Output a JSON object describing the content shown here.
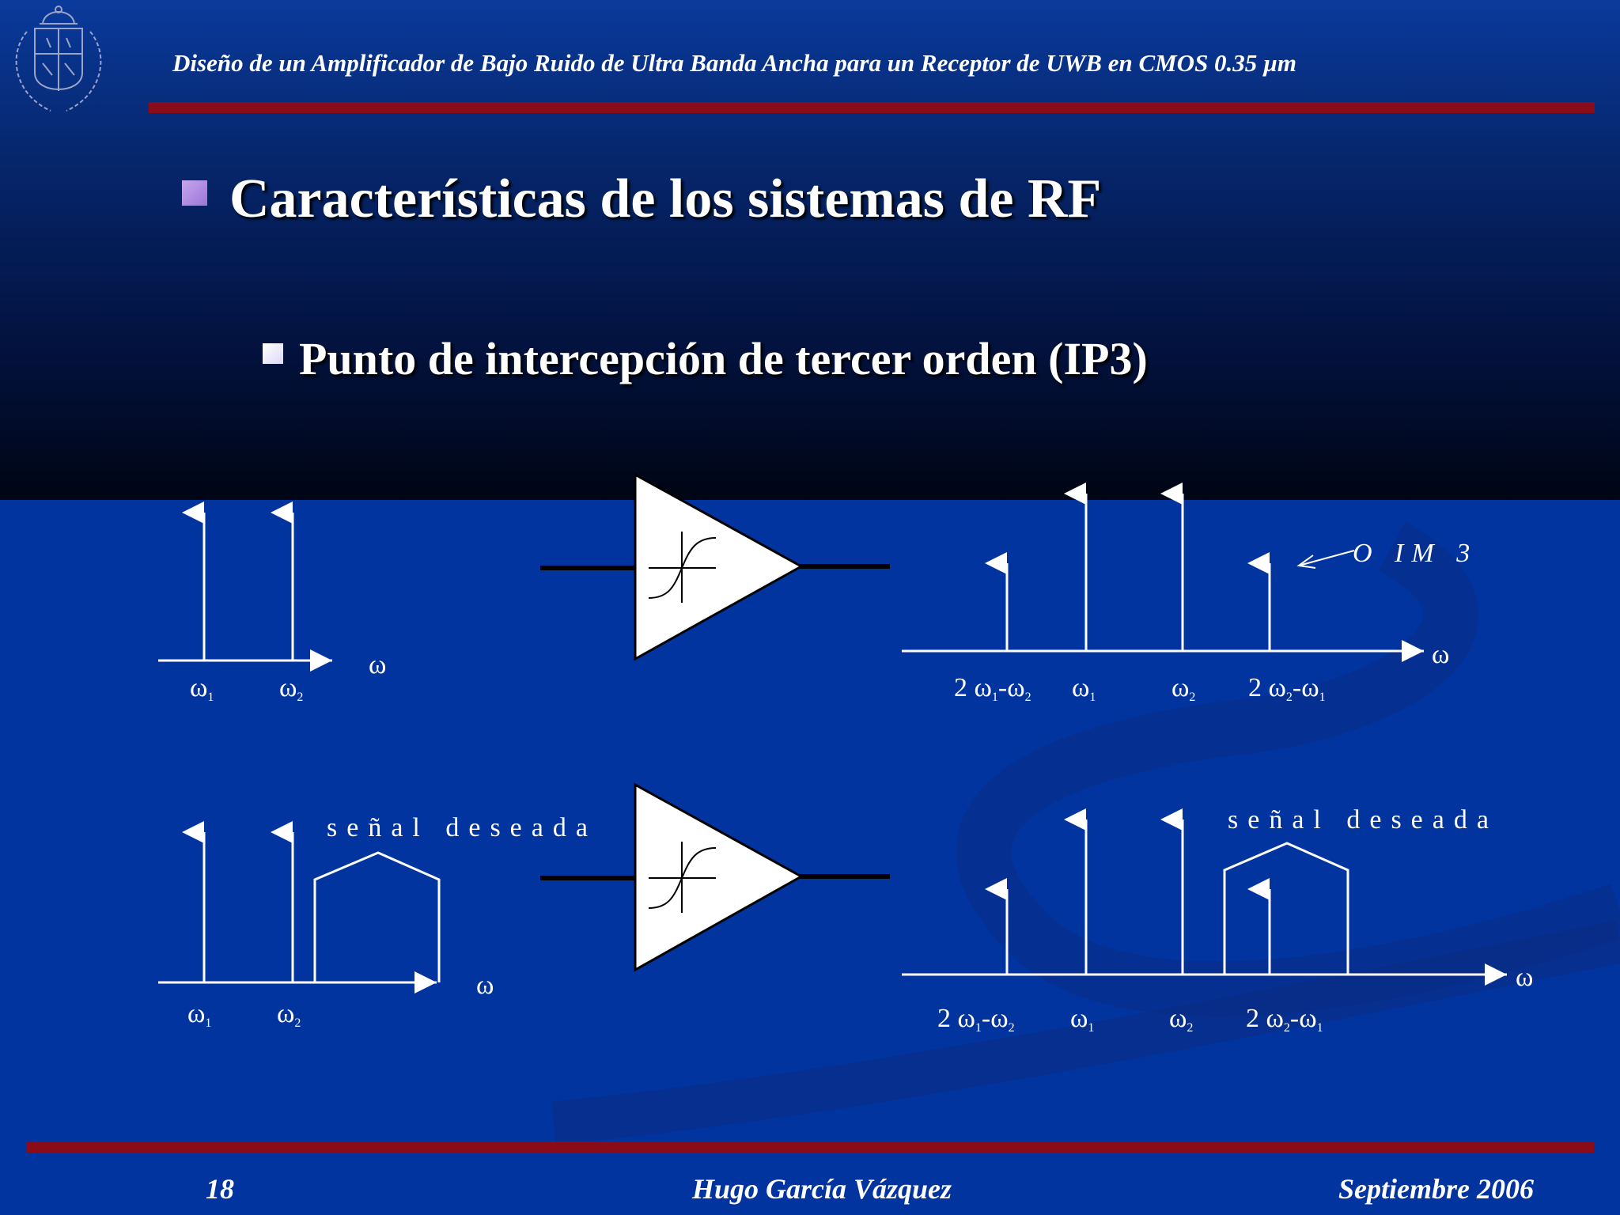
{
  "header": {
    "title": "Diseño de un Amplificador de Bajo Ruido de Ultra Banda Ancha para un Receptor de UWB en CMOS 0.35 µm"
  },
  "slide": {
    "heading": "Características de los sistemas de RF",
    "subheading": "Punto de intercepción de tercer orden (IP3)"
  },
  "diagram": {
    "omega": "ω",
    "w1": "ω",
    "w1_sub": "1",
    "w2": "ω",
    "w2_sub": "2",
    "im_low": "2 ω",
    "im_low_sub1": "1",
    "im_low_mid": "-ω",
    "im_low_sub2": "2",
    "im_high": "2 ω",
    "im_high_sub1": "2",
    "im_high_mid": "-ω",
    "im_high_sub2": "1",
    "oim3": "O IM 3",
    "desired_signal": "señal deseada"
  },
  "footer": {
    "page": "18",
    "author": "Hugo García Vázquez",
    "date": "Septiembre 2006"
  },
  "colors": {
    "accent_rule": "#8a0c18",
    "background": "#0234a0",
    "bullet_primary": "#b090e6",
    "bullet_secondary": "#ecebfb"
  }
}
